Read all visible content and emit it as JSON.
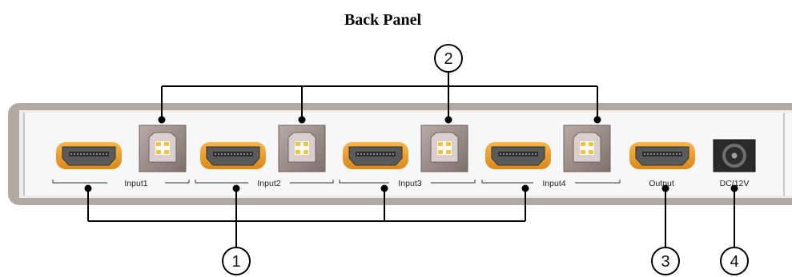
{
  "title": "Back Panel",
  "ports": {
    "input1": "Input1",
    "input2": "Input2",
    "input3": "Input3",
    "input4": "Input4",
    "output": "Output",
    "power": "DC/12V"
  },
  "callouts": [
    "1",
    "2",
    "3",
    "4"
  ],
  "colors": {
    "panel_frame": "#b3a9a1",
    "panel_face": "#f6f6f6",
    "hdmi_orange": "#f0a02c",
    "hdmi_body": "#555555",
    "usb_body": "#9c8c88",
    "usb_pins": "#f4c33a",
    "line": "#000000"
  },
  "icons": [
    "hdmi-port-icon",
    "usb-b-port-icon",
    "dc-jack-icon"
  ]
}
